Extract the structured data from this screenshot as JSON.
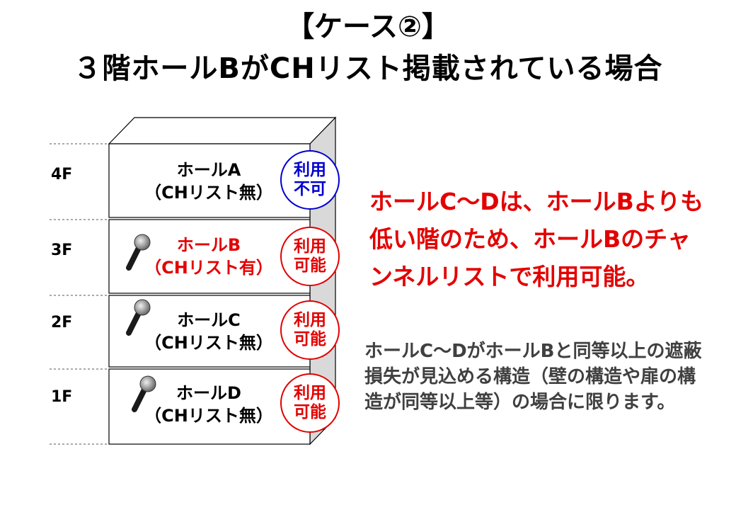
{
  "title": {
    "line1": "【ケース②】",
    "line2": "３階ホールBがCHリスト掲載されている場合"
  },
  "floors": [
    {
      "label": "4F",
      "hall": "ホールA",
      "list_status": "（CHリスト無）",
      "availability": [
        "利用",
        "不可"
      ],
      "mic": false,
      "hall_color": "#000000",
      "badge_color": "#0000d0"
    },
    {
      "label": "3F",
      "hall": "ホールB",
      "list_status": "（CHリスト有）",
      "availability": [
        "利用",
        "可能"
      ],
      "mic": true,
      "hall_color": "#e30000",
      "badge_color": "#e30000"
    },
    {
      "label": "2F",
      "hall": "ホールC",
      "list_status": "（CHリスト無）",
      "availability": [
        "利用",
        "可能"
      ],
      "mic": true,
      "hall_color": "#000000",
      "badge_color": "#e30000"
    },
    {
      "label": "1F",
      "hall": "ホールD",
      "list_status": "（CHリスト無）",
      "availability": [
        "利用",
        "可能"
      ],
      "mic": true,
      "hall_color": "#000000",
      "badge_color": "#e30000"
    }
  ],
  "main_message": "ホールC～Dは、ホールBよりも低い階のため、ホールBのチャンネルリストで利用可能。",
  "note": " ホールC～DがホールBと同等以上の遮蔽損失が見込める構造（壁の構造や扉の構造が同等以上等）の場合に限ります。",
  "colors": {
    "highlight_red": "#e30000",
    "unavailable_blue": "#0000d0",
    "note_gray": "#404040"
  },
  "icons": {
    "hall_b": "microphone-icon",
    "hall_c": "microphone-icon",
    "hall_d": "microphone-icon"
  }
}
